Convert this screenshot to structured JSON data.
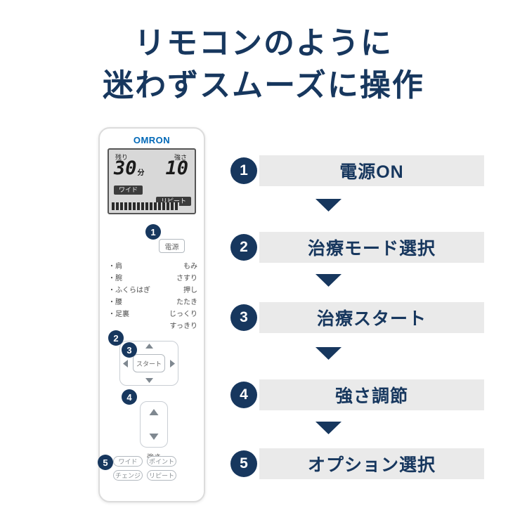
{
  "title": {
    "line1": "リモコンのように",
    "line2": "迷わずスムーズに操作"
  },
  "colors": {
    "navy": "#17375e",
    "step_bar_gray": "#eaeaea",
    "omron_blue": "#0068b7"
  },
  "remote": {
    "brand": "OMRON",
    "lcd": {
      "remaining_label": "残り",
      "remaining_value": "30",
      "remaining_unit": "分",
      "strength_label": "強さ",
      "strength_value": "10",
      "wide_badge": "ワイド",
      "repeat_badge": "リピート"
    },
    "power_button": "電源",
    "modes": {
      "rows": [
        {
          "left": "・肩",
          "right": "もみ"
        },
        {
          "left": "・腕",
          "right": "さすり"
        },
        {
          "left": "・ふくらはぎ",
          "right": "押し"
        },
        {
          "left": "・腰",
          "right": "たたき"
        },
        {
          "left": "・足裏",
          "right": "じっくり"
        },
        {
          "left": "",
          "right": "すっきり"
        }
      ]
    },
    "start_button": "スタート",
    "strength_control_label": "強さ",
    "option_buttons": [
      "ワイド",
      "ポイント",
      "チェンジ",
      "リピート"
    ]
  },
  "steps": [
    {
      "num": "1",
      "label": "電源ON"
    },
    {
      "num": "2",
      "label": "治療モード選択"
    },
    {
      "num": "3",
      "label": "治療スタート"
    },
    {
      "num": "4",
      "label": "強さ調節"
    },
    {
      "num": "5",
      "label": "オプション選択"
    }
  ]
}
